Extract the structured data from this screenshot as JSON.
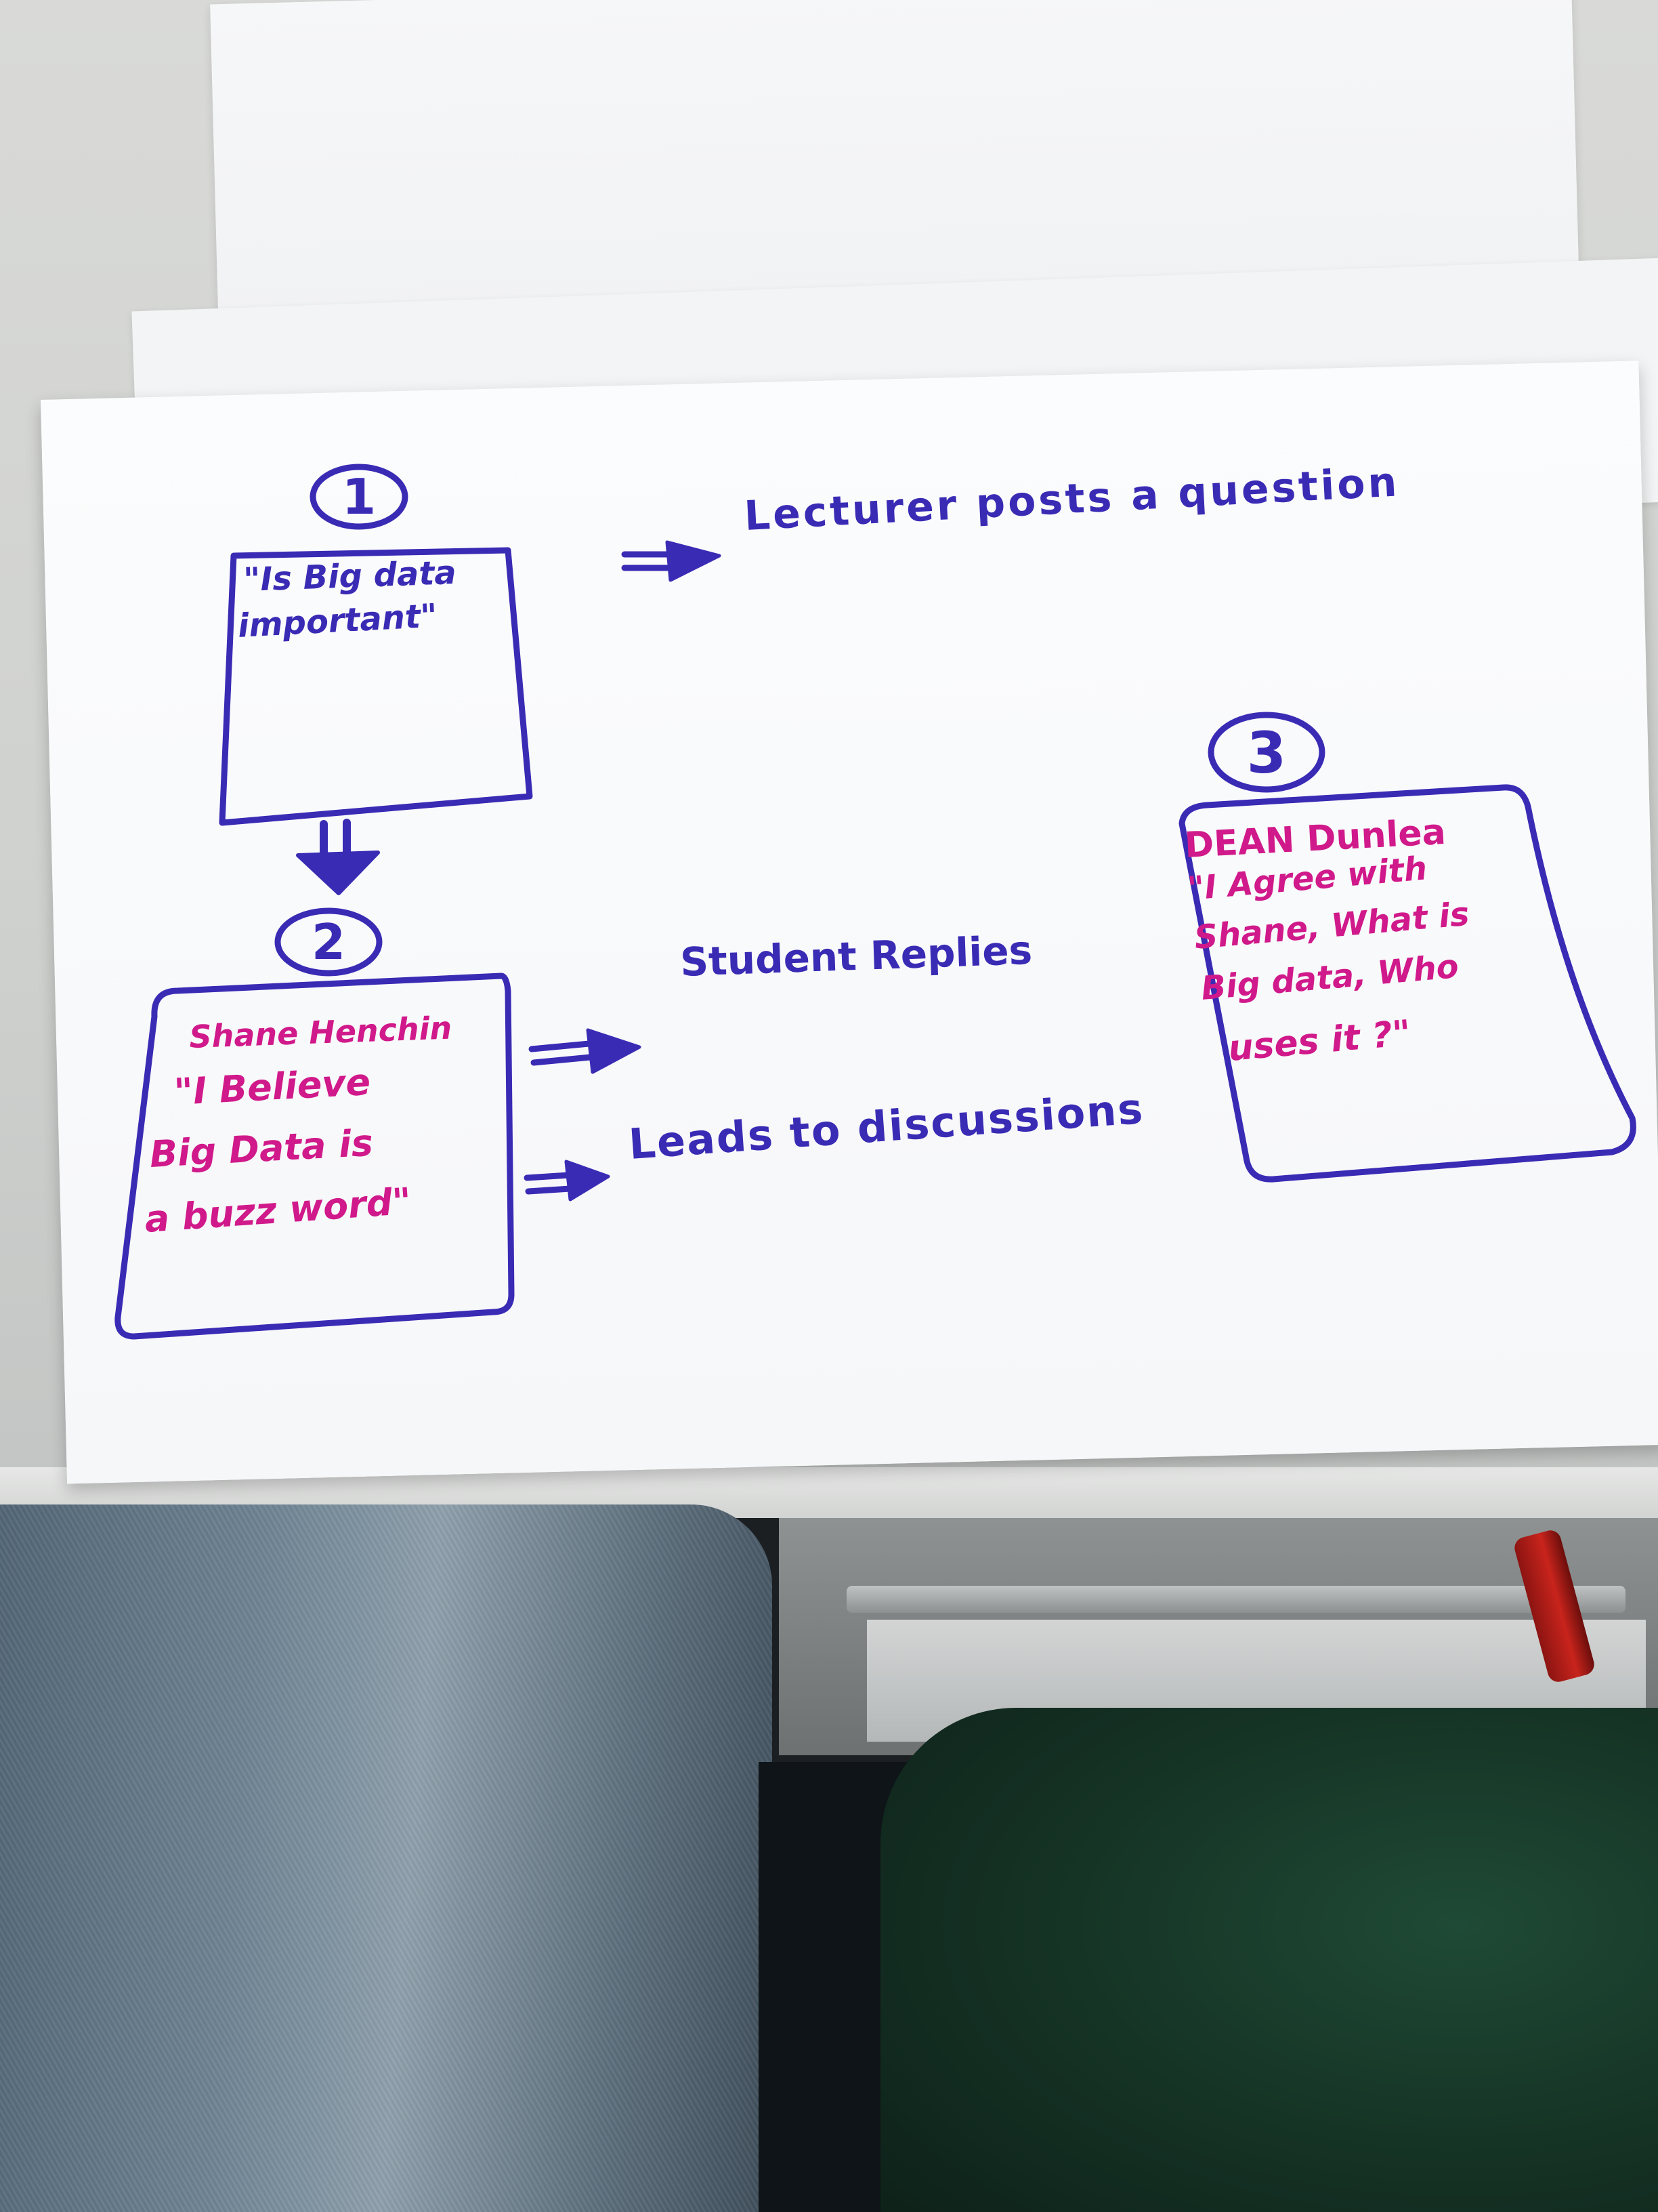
{
  "sketch": {
    "step_numbers": [
      "1",
      "2",
      "3"
    ],
    "box1_text": {
      "line1": "\"Is Big data",
      "line2": "important\""
    },
    "label_lecturer": "Lecturer posts a question",
    "label_student": "Student Replies",
    "label_leads": "Leads to discussions",
    "box2_text": {
      "name": "Shane Henchin",
      "line1": "\"I Believe",
      "line2": "Big Data is",
      "line3": "a buzz word\""
    },
    "box3_text": {
      "name": "DEAN Dunlea",
      "line1": "\"I Agree with",
      "line2": "Shane, What is",
      "line3": "Big data, Who",
      "line4": "uses it ?\""
    }
  },
  "colors": {
    "ink_blue": "#3a2bb5",
    "ink_magenta": "#d0198a",
    "paper": "#f9fafb"
  }
}
